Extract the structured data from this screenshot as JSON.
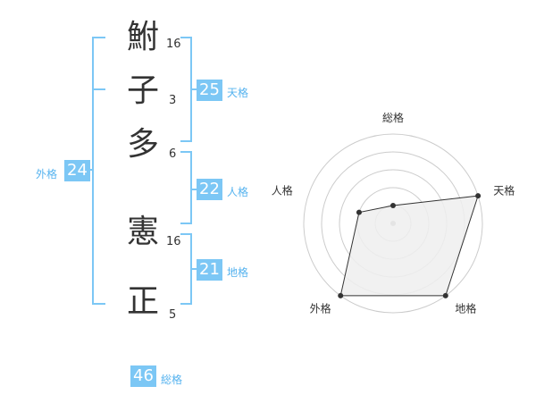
{
  "name_chars": [
    {
      "char": "鮒",
      "strokes": "16"
    },
    {
      "char": "子",
      "strokes": "3"
    },
    {
      "char": "多",
      "strokes": "6"
    },
    {
      "char": "憲",
      "strokes": "16"
    },
    {
      "char": "正",
      "strokes": "5"
    }
  ],
  "kakusu": {
    "tenkaku": {
      "value": "25",
      "label": "天格"
    },
    "jinkaku": {
      "value": "22",
      "label": "人格"
    },
    "chikaku": {
      "value": "21",
      "label": "地格"
    },
    "gaikaku": {
      "value": "24",
      "label": "外格"
    },
    "soukaku": {
      "value": "46",
      "label": "総格"
    }
  },
  "chart_data": {
    "type": "radar",
    "axes": [
      "総格",
      "天格",
      "地格",
      "外格",
      "人格"
    ],
    "values": [
      1,
      5,
      5,
      5,
      2
    ],
    "max": 5,
    "rings": 5,
    "colors": {
      "grid": "#cccccc",
      "fill": "#eeeeee",
      "line": "#333333",
      "point": "#333333",
      "center": "#aaaaaa"
    }
  },
  "colors": {
    "bracket": "#7cc7f5",
    "badge": "#7cc7f5",
    "badge_label": "#56b3ef"
  }
}
